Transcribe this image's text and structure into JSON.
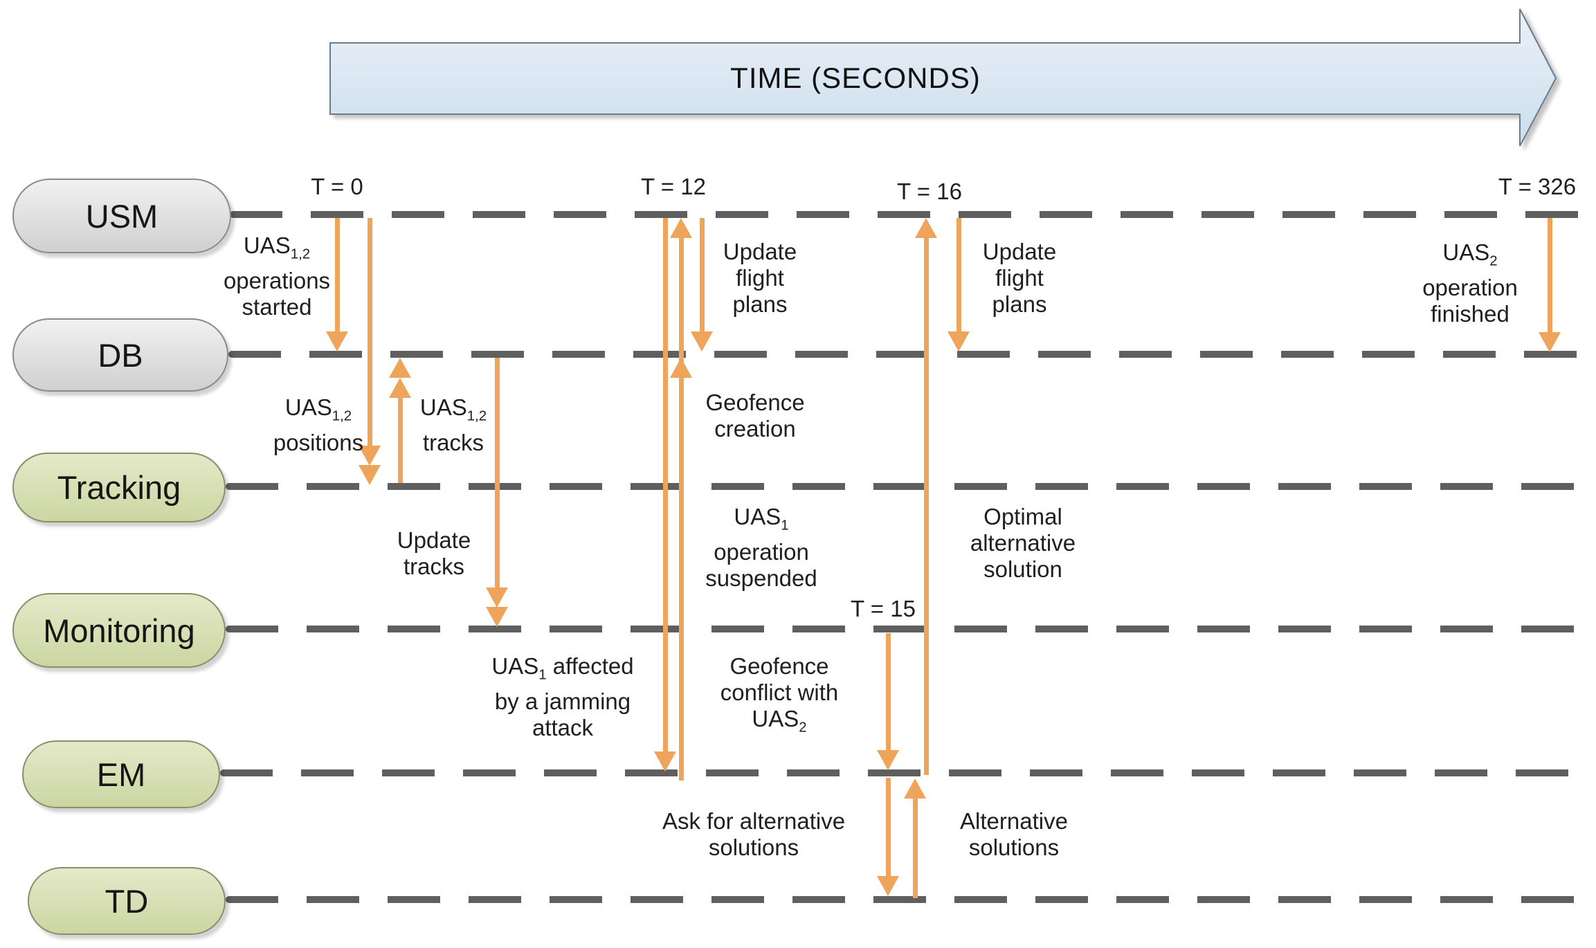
{
  "time_axis": {
    "label": "TIME (SECONDS)"
  },
  "lanes": [
    {
      "label": "USM"
    },
    {
      "label": "DB"
    },
    {
      "label": "Tracking"
    },
    {
      "label": "Monitoring"
    },
    {
      "label": "EM"
    },
    {
      "label": "TD"
    }
  ],
  "time_markers": [
    {
      "label": "T = 0"
    },
    {
      "label": "T = 12"
    },
    {
      "label": "T = 15"
    },
    {
      "label": "T = 16"
    },
    {
      "label": "T = 326"
    }
  ],
  "messages": {
    "ops_started": {
      "l1a": "UAS",
      "l1sub": "1,2",
      "l2": "operations",
      "l3": "started"
    },
    "positions": {
      "l1a": "UAS",
      "l1sub": "1,2",
      "l2": "positions"
    },
    "tracks": {
      "l1a": "UAS",
      "l1sub": "1,2",
      "l2": "tracks"
    },
    "update_tracks": {
      "l1": "Update",
      "l2": "tracks"
    },
    "update_flight_plans_1": {
      "l1": "Update",
      "l2": "flight",
      "l3": "plans"
    },
    "geofence_creation": {
      "l1": "Geofence",
      "l2": "creation"
    },
    "uas1_suspended": {
      "l1a": "UAS",
      "l1sub": "1",
      "l2": "operation",
      "l3": "suspended"
    },
    "jamming": {
      "l1a": "UAS",
      "l1sub": "1",
      "l1b": " affected",
      "l2": "by a jamming",
      "l3": "attack"
    },
    "geofence_conflict": {
      "l1": "Geofence",
      "l2": "conflict with",
      "l3a": "UAS",
      "l3sub": "2"
    },
    "ask_alternative": {
      "l1": "Ask for alternative",
      "l2": "solutions"
    },
    "alternative_solutions": {
      "l1": "Alternative",
      "l2": "solutions"
    },
    "optimal": {
      "l1": "Optimal",
      "l2": "alternative",
      "l3": "solution"
    },
    "update_flight_plans_2": {
      "l1": "Update",
      "l2": "flight",
      "l3": "plans"
    },
    "uas2_finished": {
      "l1a": "UAS",
      "l1sub": "2",
      "l2": "operation",
      "l3": "finished"
    }
  },
  "colors": {
    "message_arrow": "#EFA45C",
    "lifeline_dash": "#5F5F5F",
    "time_arrow_fill_top": "#EAF1F8",
    "time_arrow_fill_bottom": "#CCDDED",
    "gray_pill": "#DCDCDC",
    "green_pill": "#D6DEB0"
  }
}
